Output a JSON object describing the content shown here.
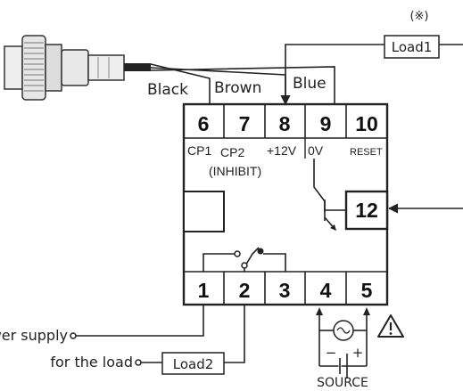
{
  "note_mark": "(※)",
  "loads": {
    "load1": "Load1",
    "load2": "Load2"
  },
  "wires": {
    "black": "Black",
    "brown": "Brown",
    "blue": "Blue"
  },
  "terminals_top": [
    "6",
    "7",
    "8",
    "9",
    "10"
  ],
  "terminal_labels": {
    "cp1": "CP1",
    "cp2": "CP2",
    "v12": "+12V",
    "v0": "0V",
    "reset": "RESET",
    "inhibit": "(INHIBIT)"
  },
  "terminal_12": "12",
  "terminals_bottom": [
    "1",
    "2",
    "3",
    "4",
    "5"
  ],
  "power_label": {
    "line1": "Power supply",
    "line2": "for the load"
  },
  "source": {
    "label": "SOURCE",
    "minus": "−",
    "plus": "+"
  },
  "icons": {
    "sensor": "proximity-sensor-icon",
    "warning": "warning-triangle-icon",
    "ac": "ac-source-icon",
    "transistor": "transistor-icon",
    "relay": "relay-contact-icon"
  }
}
